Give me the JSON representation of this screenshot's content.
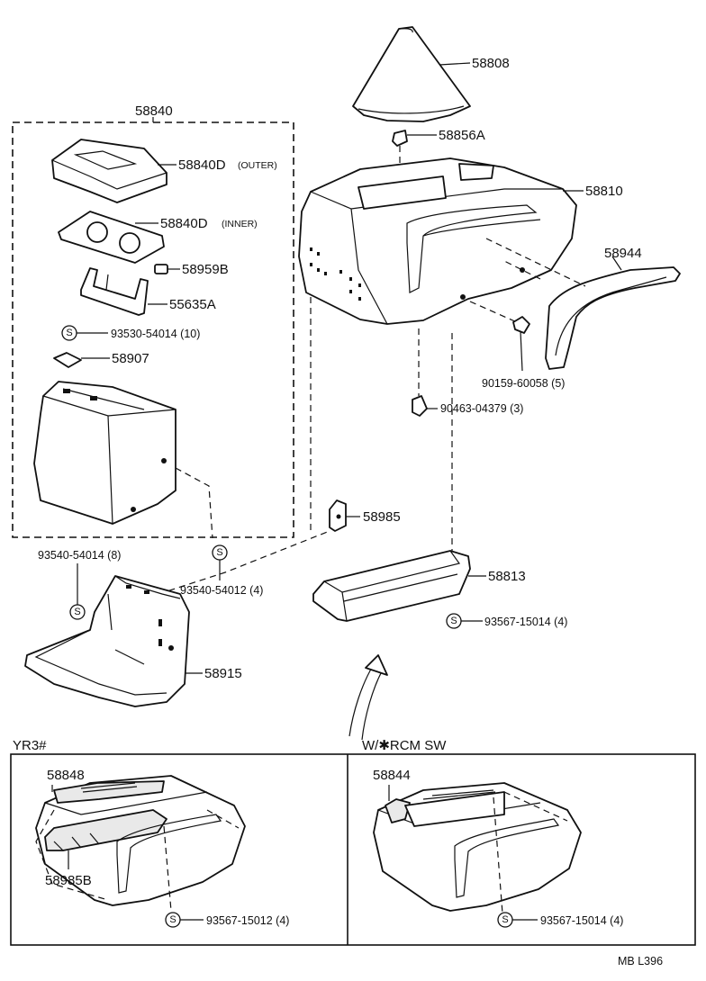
{
  "diagram": {
    "parts": {
      "p58808": "58808",
      "p58856A": "58856A",
      "p58810": "58810",
      "p58840": "58840",
      "p58840D_outer": "58840D",
      "outer_note": "(OUTER)",
      "p58840D_inner": "58840D",
      "inner_note": "(INNER)",
      "p58959B": "58959B",
      "p55635A": "55635A",
      "p93530": "93530-54014 (10)",
      "p58907": "58907",
      "p58944": "58944",
      "p90159": "90159-60058 (5)",
      "p90463": "90463-04379 (3)",
      "p58985": "58985",
      "p93540_8": "93540-54014 (8)",
      "p93540_4": "93540-54012 (4)",
      "p58813": "58813",
      "p93567_15014_a": "93567-15014 (4)",
      "p58915": "58915",
      "p58848": "58848",
      "p58985B": "58985B",
      "p93567_15012": "93567-15012 (4)",
      "p58844": "58844",
      "p93567_15014_b": "93567-15014 (4)"
    },
    "screw_symbol": "S",
    "variant_left": "YR3#",
    "variant_right": "W/✱RCM  SW",
    "drawing_code": "MB  L396"
  }
}
